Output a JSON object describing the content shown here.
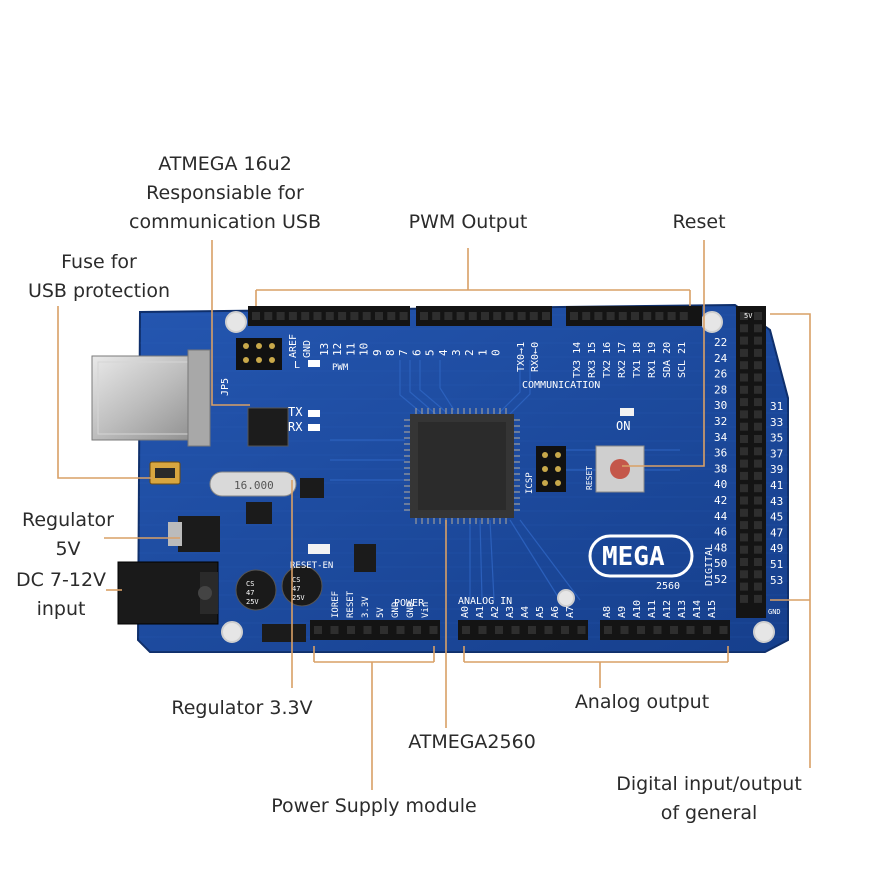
{
  "colors": {
    "accent_line": "#d9a066",
    "board": "#1f4ea3",
    "board_dark": "#16387a",
    "header": "#141414"
  },
  "labels": {
    "atmega16u2": [
      "ATMEGA 16u2",
      "Responsiable for",
      "communication USB"
    ],
    "pwm": "PWM Output",
    "reset": "Reset",
    "fuse": [
      "Fuse for",
      "USB protection"
    ],
    "reg5v": [
      "Regulator",
      "5V"
    ],
    "dc": [
      "DC 7-12V",
      "input"
    ],
    "reg33": "Regulator 3.3V",
    "atmega2560": "ATMEGA2560",
    "power": "Power Supply module",
    "analog": "Analog output",
    "digital": [
      "Digital input/output",
      "of general"
    ]
  },
  "board": {
    "mega": "MEGA",
    "model": "2560",
    "on": "ON",
    "pwm_tag": "PWM",
    "communication": "COMMUNICATION",
    "power_tag": "POWER",
    "analog_in": "ANALOG  IN",
    "digital_tag": "DIGITAL",
    "icsp": "ICSP",
    "reset_tag": "RESET",
    "reset_en": "RESET-EN",
    "jp5": "JP5",
    "aref": "AREF",
    "gnd": "GND",
    "tx": "TX",
    "rx": "RX",
    "l": "L",
    "crystal": "16.000",
    "cap_text": [
      "CS",
      "47",
      "25V"
    ],
    "pwm_pins": [
      "13",
      "12",
      "11",
      "10",
      "9",
      "8",
      "7",
      "6",
      "5",
      "4",
      "3",
      "2",
      "1",
      "0"
    ],
    "comm_pins": [
      "TX3 14",
      "RX3 15",
      "TX2 16",
      "RX2 17",
      "TX1 18",
      "RX1 19",
      "SDA 20",
      "SCL 21"
    ],
    "tx0": "TX0→1",
    "rx0": "RX0←0",
    "power_pins": [
      "IOREF",
      "RESET",
      "3.3V",
      "5V",
      "GND",
      "GND",
      "Vin"
    ],
    "analog_pins": [
      "A0",
      "A1",
      "A2",
      "A3",
      "A4",
      "A5",
      "A6",
      "A7",
      "A8",
      "A9",
      "A10",
      "A11",
      "A12",
      "A13",
      "A14",
      "A15"
    ],
    "digital_left": [
      "22",
      "24",
      "26",
      "28",
      "30",
      "32",
      "34",
      "36",
      "38",
      "40",
      "42",
      "44",
      "46",
      "48",
      "50",
      "52"
    ],
    "digital_right": [
      "31",
      "33",
      "35",
      "37",
      "39",
      "41",
      "43",
      "45",
      "47",
      "49",
      "51",
      "53"
    ],
    "five_v": "5V"
  }
}
